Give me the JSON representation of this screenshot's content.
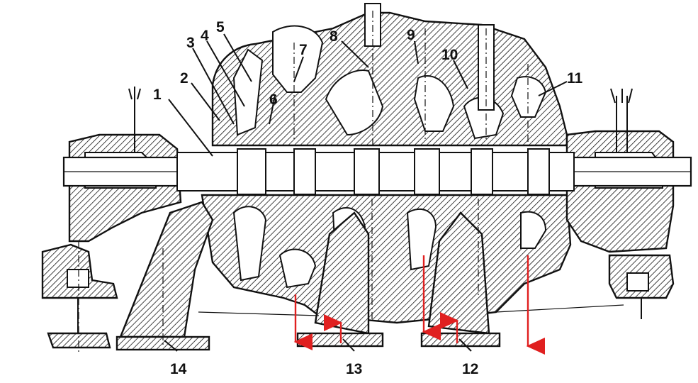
{
  "diagram": {
    "labels": [
      {
        "id": "1",
        "text": "1"
      },
      {
        "id": "2",
        "text": "2"
      },
      {
        "id": "3",
        "text": "3"
      },
      {
        "id": "4",
        "text": "4"
      },
      {
        "id": "5",
        "text": "5"
      },
      {
        "id": "6",
        "text": "6"
      },
      {
        "id": "7",
        "text": "7"
      },
      {
        "id": "8",
        "text": "8"
      },
      {
        "id": "9",
        "text": "9"
      },
      {
        "id": "10",
        "text": "10"
      },
      {
        "id": "11",
        "text": "11"
      },
      {
        "id": "12",
        "text": "12"
      },
      {
        "id": "13",
        "text": "13"
      },
      {
        "id": "14",
        "text": "14"
      }
    ],
    "colors": {
      "outline": "#111111",
      "arrow": "#e02020",
      "background": "#ffffff"
    }
  }
}
